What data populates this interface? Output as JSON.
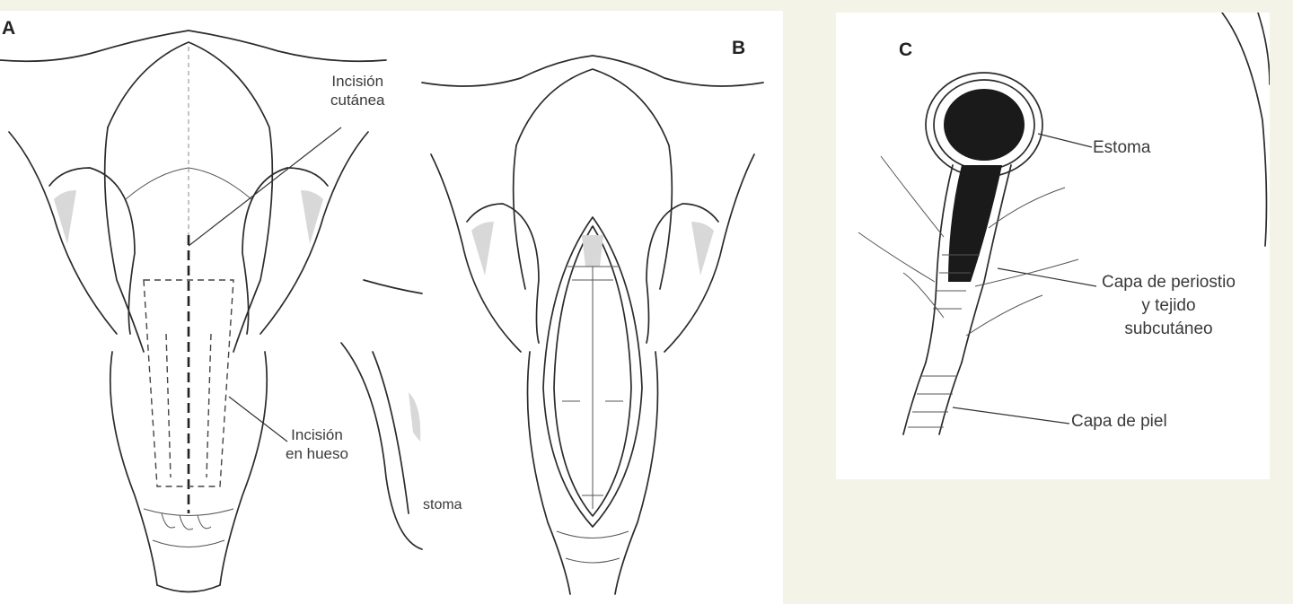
{
  "panels": {
    "a": {
      "letter": "A",
      "labels": {
        "skin_incision": "Incisión\ncutánea",
        "bone_incision": "Incisión\nen hueso",
        "stoma_partial": "stoma"
      }
    },
    "b": {
      "letter": "B"
    },
    "c": {
      "letter": "C",
      "labels": {
        "stoma": "Estoma",
        "periosteum_layer": "Capa de periostio\ny tejido\nsubcutáneo",
        "skin_layer": "Capa de piel"
      }
    }
  }
}
